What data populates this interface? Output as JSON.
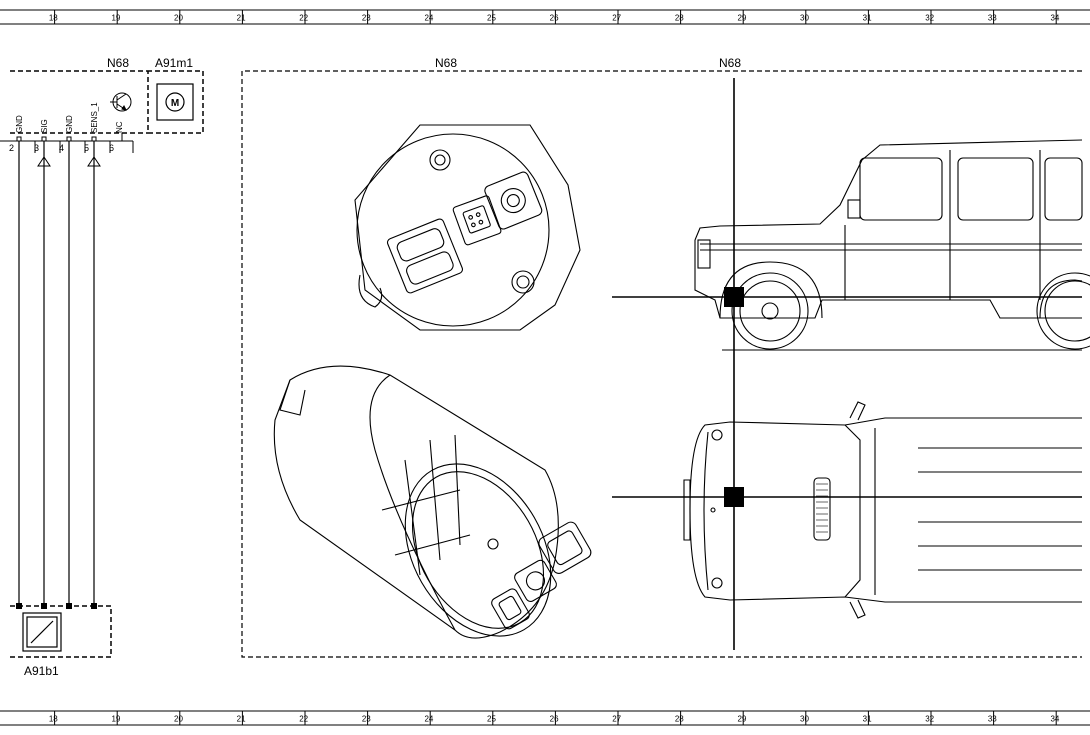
{
  "grid_numbers": [
    "18",
    "19",
    "20",
    "21",
    "22",
    "23",
    "24",
    "25",
    "26",
    "27",
    "28",
    "29",
    "30",
    "31",
    "32",
    "33",
    "34"
  ],
  "labels": {
    "n68_left": "N68",
    "a91m1": "A91m1",
    "n68_center": "N68",
    "n68_right": "N68",
    "a91b1": "A91b1"
  },
  "pins": [
    {
      "name": "GND",
      "num": "2"
    },
    {
      "name": "SIG",
      "num": "3"
    },
    {
      "name": "GND",
      "num": "4"
    },
    {
      "name": "SENS_1",
      "num": "5"
    },
    {
      "name": "NC",
      "num": "6"
    }
  ],
  "motor_symbol": "M"
}
